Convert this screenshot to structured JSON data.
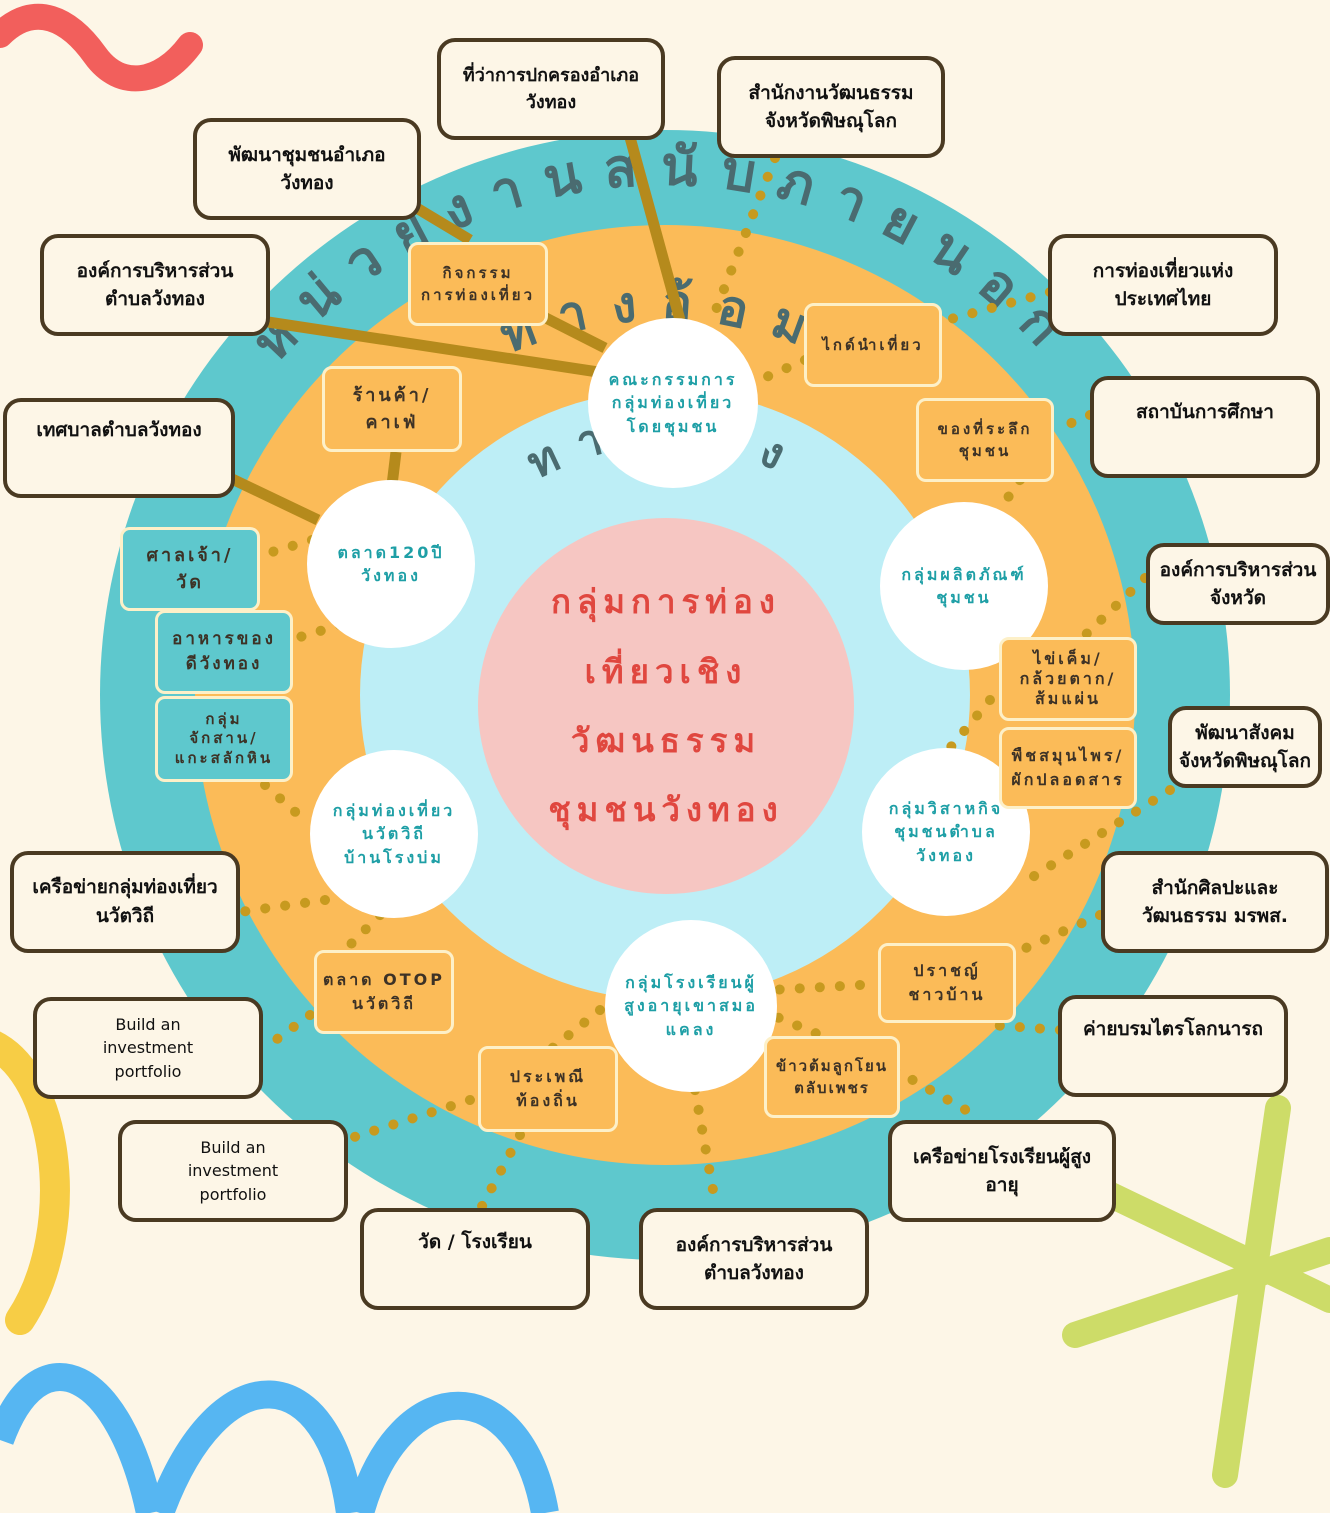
{
  "center": {
    "title": "กลุ่มการท่อง\nเที่ยวเชิง\nวัฒนธรรม\nชุมชนวังทอง"
  },
  "rings": {
    "outer": "หน่วยงานสนับภายนอก",
    "middle": "ทางอ้อม",
    "inner": "ทางตรง"
  },
  "groups": [
    {
      "id": "committee",
      "label": "คณะกรรมการ\nกลุ่มท่องเที่ยว\nโดยชุมชน"
    },
    {
      "id": "product",
      "label": "กลุ่มผลิตภัณฑ์\nชุมชน"
    },
    {
      "id": "enterprise",
      "label": "กลุ่มวิสาหกิจ\nชุมชนตำบล\nวังทอง"
    },
    {
      "id": "elderly",
      "label": "กลุ่มโรงเรียนผู้\nสูงอายุเขาสมอ\nแคลง"
    },
    {
      "id": "innovative",
      "label": "กลุ่มท่องเที่ยว\nนวัตวิถี\nบ้านโรงบ่ม"
    },
    {
      "id": "market120",
      "label": "ตลาด120ปี\nวังทอง"
    }
  ],
  "activities": [
    {
      "id": "tour-activity",
      "label": "กิจกรรม\nการท่องเที่ยว"
    },
    {
      "id": "guide",
      "label": "ไกด์นำเที่ยว"
    },
    {
      "id": "souvenir",
      "label": "ของที่ระลึก\nชุมชน"
    },
    {
      "id": "salted-egg",
      "label": "ไข่เค็ม/\nกล้วยตาก/\nส้มแผ่น"
    },
    {
      "id": "herbs",
      "label": "พืชสมุนไพร/\nผักปลอดสาร"
    },
    {
      "id": "wisdom",
      "label": "ปราชญ์\nชาวบ้าน"
    },
    {
      "id": "khao-tom",
      "label": "ข้าวต้มลูกโยน\nตลับเพชร"
    },
    {
      "id": "tradition",
      "label": "ประเพณี\nท้องถิ่น"
    },
    {
      "id": "otop",
      "label": "ตลาด OTOP\nนวัตวิถี"
    },
    {
      "id": "basketry",
      "label": "กลุ่ม\nจักสาน/\nแกะสลักหิน"
    },
    {
      "id": "local-food",
      "label": "อาหารของ\nดีวังทอง"
    },
    {
      "id": "shrine",
      "label": "ศาลเจ้า/\nวัด"
    },
    {
      "id": "cafe",
      "label": "ร้านค้า/\nคาเฟ่"
    }
  ],
  "external": [
    {
      "id": "district-office",
      "label": "ที่ว่าการปกครองอำเภอ\nวังทอง"
    },
    {
      "id": "culture-office",
      "label": "สำนักงานวัฒนธรรม\nจังหวัดพิษณุโลก"
    },
    {
      "id": "community-dev",
      "label": "พัฒนาชุมชนอำเภอ\nวังทอง"
    },
    {
      "id": "sao-wangthong-1",
      "label": "องค์การบริหารส่วน\nตำบลวังทอง"
    },
    {
      "id": "tat",
      "label": "การท่องเที่ยวแห่ง\nประเทศไทย"
    },
    {
      "id": "education",
      "label": "สถาบันการศึกษา"
    },
    {
      "id": "municipality",
      "label": "เทศบาลตำบลวังทอง"
    },
    {
      "id": "pao",
      "label": "องค์การบริหารส่วน\nจังหวัด"
    },
    {
      "id": "social-dev",
      "label": "พัฒนาสังคม\nจังหวัดพิษณุโลก"
    },
    {
      "id": "network-innovative",
      "label": "เครือข่ายกลุ่มท่องเที่ยว\nนวัตวิถี"
    },
    {
      "id": "art-culture",
      "label": "สำนักศิลปะและ\nวัฒนธรรม มรพส."
    },
    {
      "id": "camp",
      "label": "ค่ายบรมไตรโลกนารถ"
    },
    {
      "id": "build-1",
      "label": "Build an\ninvestment\nportfolio"
    },
    {
      "id": "build-2",
      "label": "Build an\ninvestment\nportfolio"
    },
    {
      "id": "network-elderly",
      "label": "เครือข่ายโรงเรียนผู้สูง\nอายุ"
    },
    {
      "id": "temple-school",
      "label": "วัด / โรงเรียน"
    },
    {
      "id": "sao-wangthong-2",
      "label": "องค์การบริหารส่วน\nตำบลวังทอง"
    }
  ],
  "colors": {
    "background": "#fdf6e7",
    "outer_ring": "#5ec8cd",
    "middle_ring": "#fbbb58",
    "inner_ring": "#bdeef6",
    "center": "#f6c6c2",
    "center_text": "#e0473f",
    "ring_text": "#4a6b70",
    "connector_solid": "#b58a1c",
    "connector_dots": "#c79a1f",
    "box_border": "#4a3a22"
  }
}
